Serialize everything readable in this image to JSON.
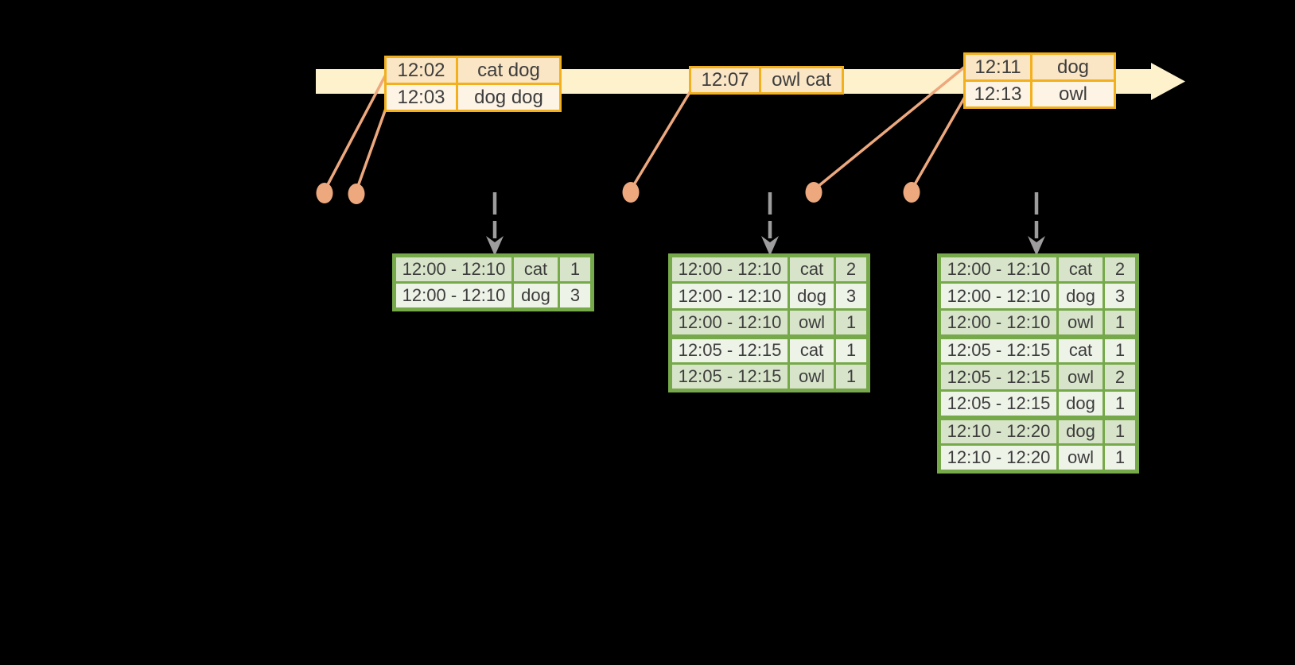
{
  "diagram": "sliding-window-word-counts-over-event-time",
  "timeline": {
    "description": "horizontal-time-arrow"
  },
  "event_tables": [
    {
      "name": "events-around-12-02",
      "rows": [
        [
          "12:02",
          "cat dog"
        ],
        [
          "12:03",
          "dog dog"
        ]
      ]
    },
    {
      "name": "events-around-12-07",
      "rows": [
        [
          "12:07",
          "owl cat"
        ]
      ]
    },
    {
      "name": "events-around-12-11",
      "rows": [
        [
          "12:11",
          "dog"
        ],
        [
          "12:13",
          "owl"
        ]
      ]
    }
  ],
  "result_tables": [
    {
      "name": "windowed-counts-1",
      "rows": [
        [
          "12:00 - 12:10",
          "cat",
          "1"
        ],
        [
          "12:00 - 12:10",
          "dog",
          "3"
        ]
      ],
      "groups": [
        0,
        0
      ]
    },
    {
      "name": "windowed-counts-2",
      "rows": [
        [
          "12:00 - 12:10",
          "cat",
          "2"
        ],
        [
          "12:00 - 12:10",
          "dog",
          "3"
        ],
        [
          "12:00 - 12:10",
          "owl",
          "1"
        ],
        [
          "12:05 - 12:15",
          "cat",
          "1"
        ],
        [
          "12:05 - 12:15",
          "owl",
          "1"
        ]
      ],
      "groups": [
        0,
        0,
        0,
        1,
        1
      ]
    },
    {
      "name": "windowed-counts-3",
      "rows": [
        [
          "12:00 - 12:10",
          "cat",
          "2"
        ],
        [
          "12:00 - 12:10",
          "dog",
          "3"
        ],
        [
          "12:00 - 12:10",
          "owl",
          "1"
        ],
        [
          "12:05 - 12:15",
          "cat",
          "1"
        ],
        [
          "12:05 - 12:15",
          "owl",
          "2"
        ],
        [
          "12:05 - 12:15",
          "dog",
          "1"
        ],
        [
          "12:10 - 12:20",
          "dog",
          "1"
        ],
        [
          "12:10 - 12:20",
          "owl",
          "1"
        ]
      ],
      "groups": [
        0,
        0,
        0,
        1,
        1,
        1,
        2,
        2
      ]
    }
  ],
  "colors": {
    "background": "#000000",
    "band": "#fdf2cc",
    "event_border": "#f2b01e",
    "event_row_dark": "#fae5c4",
    "event_row_light": "#fdf4e6",
    "salmon": "#eda87e",
    "result_border": "#76a94a",
    "result_row_dark": "#d8e4ca",
    "result_row_light": "#eef3e8",
    "arrow_gray": "#9d9d9d",
    "text": "#3d3d3d"
  }
}
